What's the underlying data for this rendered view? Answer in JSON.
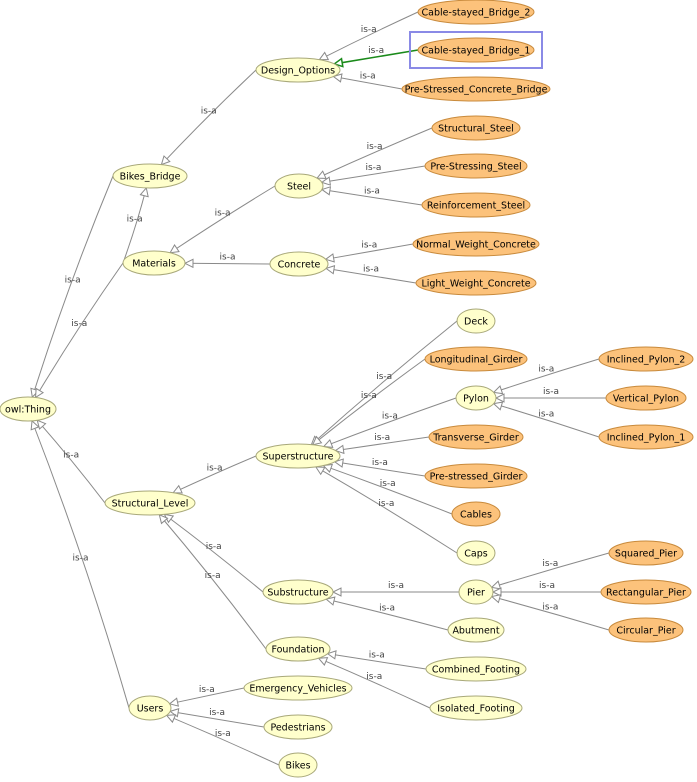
{
  "diagram": {
    "edge_label": "is-a",
    "colors": {
      "class_fill": "#ffffcc",
      "individual_fill": "#fcc27b",
      "selected_edge": "#1a8a1a",
      "selection_box": "#8a8ae6"
    },
    "selected": "Cable-stayed_Bridge_1",
    "nodes": [
      {
        "id": "owl:Thing",
        "kind": "class"
      },
      {
        "id": "Bikes_Bridge",
        "kind": "class"
      },
      {
        "id": "Design_Options",
        "kind": "class"
      },
      {
        "id": "Cable-stayed_Bridge_2",
        "kind": "individual"
      },
      {
        "id": "Cable-stayed_Bridge_1",
        "kind": "individual"
      },
      {
        "id": "Pre-Stressed_Concrete_Bridge",
        "kind": "individual"
      },
      {
        "id": "Materials",
        "kind": "class"
      },
      {
        "id": "Steel",
        "kind": "class"
      },
      {
        "id": "Structural_Steel",
        "kind": "individual"
      },
      {
        "id": "Pre-Stressing_Steel",
        "kind": "individual"
      },
      {
        "id": "Reinforcement_Steel",
        "kind": "individual"
      },
      {
        "id": "Concrete",
        "kind": "class"
      },
      {
        "id": "Normal_Weight_Concrete",
        "kind": "individual"
      },
      {
        "id": "Light_Weight_Concrete",
        "kind": "individual"
      },
      {
        "id": "Structural_Level",
        "kind": "class"
      },
      {
        "id": "Superstructure",
        "kind": "class"
      },
      {
        "id": "Deck",
        "kind": "class"
      },
      {
        "id": "Longitudinal_Girder",
        "kind": "individual"
      },
      {
        "id": "Pylon",
        "kind": "class"
      },
      {
        "id": "Inclined_Pylon_2",
        "kind": "individual"
      },
      {
        "id": "Vertical_Pylon",
        "kind": "individual"
      },
      {
        "id": "Inclined_Pylon_1",
        "kind": "individual"
      },
      {
        "id": "Transverse_Girder",
        "kind": "individual"
      },
      {
        "id": "Pre-stressed_Girder",
        "kind": "individual"
      },
      {
        "id": "Cables",
        "kind": "individual"
      },
      {
        "id": "Caps",
        "kind": "class"
      },
      {
        "id": "Substructure",
        "kind": "class"
      },
      {
        "id": "Pier",
        "kind": "class"
      },
      {
        "id": "Squared_Pier",
        "kind": "individual"
      },
      {
        "id": "Rectangular_Pier",
        "kind": "individual"
      },
      {
        "id": "Circular_Pier",
        "kind": "individual"
      },
      {
        "id": "Abutment",
        "kind": "class"
      },
      {
        "id": "Foundation",
        "kind": "class"
      },
      {
        "id": "Combined_Footing",
        "kind": "class"
      },
      {
        "id": "Isolated_Footing",
        "kind": "class"
      },
      {
        "id": "Users",
        "kind": "class"
      },
      {
        "id": "Emergency_Vehicles",
        "kind": "class"
      },
      {
        "id": "Pedestrians",
        "kind": "class"
      },
      {
        "id": "Bikes",
        "kind": "class"
      }
    ],
    "edges": [
      {
        "from": "Bikes_Bridge",
        "to": "owl:Thing"
      },
      {
        "from": "Materials",
        "to": "owl:Thing"
      },
      {
        "from": "Structural_Level",
        "to": "owl:Thing"
      },
      {
        "from": "Users",
        "to": "owl:Thing"
      },
      {
        "from": "Design_Options",
        "to": "Bikes_Bridge"
      },
      {
        "from": "Materials",
        "to": "Bikes_Bridge"
      },
      {
        "from": "Cable-stayed_Bridge_2",
        "to": "Design_Options"
      },
      {
        "from": "Cable-stayed_Bridge_1",
        "to": "Design_Options"
      },
      {
        "from": "Pre-Stressed_Concrete_Bridge",
        "to": "Design_Options"
      },
      {
        "from": "Steel",
        "to": "Materials"
      },
      {
        "from": "Concrete",
        "to": "Materials"
      },
      {
        "from": "Structural_Steel",
        "to": "Steel"
      },
      {
        "from": "Pre-Stressing_Steel",
        "to": "Steel"
      },
      {
        "from": "Reinforcement_Steel",
        "to": "Steel"
      },
      {
        "from": "Normal_Weight_Concrete",
        "to": "Concrete"
      },
      {
        "from": "Light_Weight_Concrete",
        "to": "Concrete"
      },
      {
        "from": "Superstructure",
        "to": "Structural_Level"
      },
      {
        "from": "Substructure",
        "to": "Structural_Level"
      },
      {
        "from": "Foundation",
        "to": "Structural_Level"
      },
      {
        "from": "Deck",
        "to": "Superstructure"
      },
      {
        "from": "Longitudinal_Girder",
        "to": "Superstructure"
      },
      {
        "from": "Pylon",
        "to": "Superstructure"
      },
      {
        "from": "Transverse_Girder",
        "to": "Superstructure"
      },
      {
        "from": "Pre-stressed_Girder",
        "to": "Superstructure"
      },
      {
        "from": "Cables",
        "to": "Superstructure"
      },
      {
        "from": "Caps",
        "to": "Superstructure"
      },
      {
        "from": "Inclined_Pylon_2",
        "to": "Pylon"
      },
      {
        "from": "Vertical_Pylon",
        "to": "Pylon"
      },
      {
        "from": "Inclined_Pylon_1",
        "to": "Pylon"
      },
      {
        "from": "Pier",
        "to": "Substructure"
      },
      {
        "from": "Abutment",
        "to": "Substructure"
      },
      {
        "from": "Squared_Pier",
        "to": "Pier"
      },
      {
        "from": "Rectangular_Pier",
        "to": "Pier"
      },
      {
        "from": "Circular_Pier",
        "to": "Pier"
      },
      {
        "from": "Combined_Footing",
        "to": "Foundation"
      },
      {
        "from": "Isolated_Footing",
        "to": "Foundation"
      },
      {
        "from": "Emergency_Vehicles",
        "to": "Users"
      },
      {
        "from": "Pedestrians",
        "to": "Users"
      },
      {
        "from": "Bikes",
        "to": "Users"
      }
    ]
  }
}
